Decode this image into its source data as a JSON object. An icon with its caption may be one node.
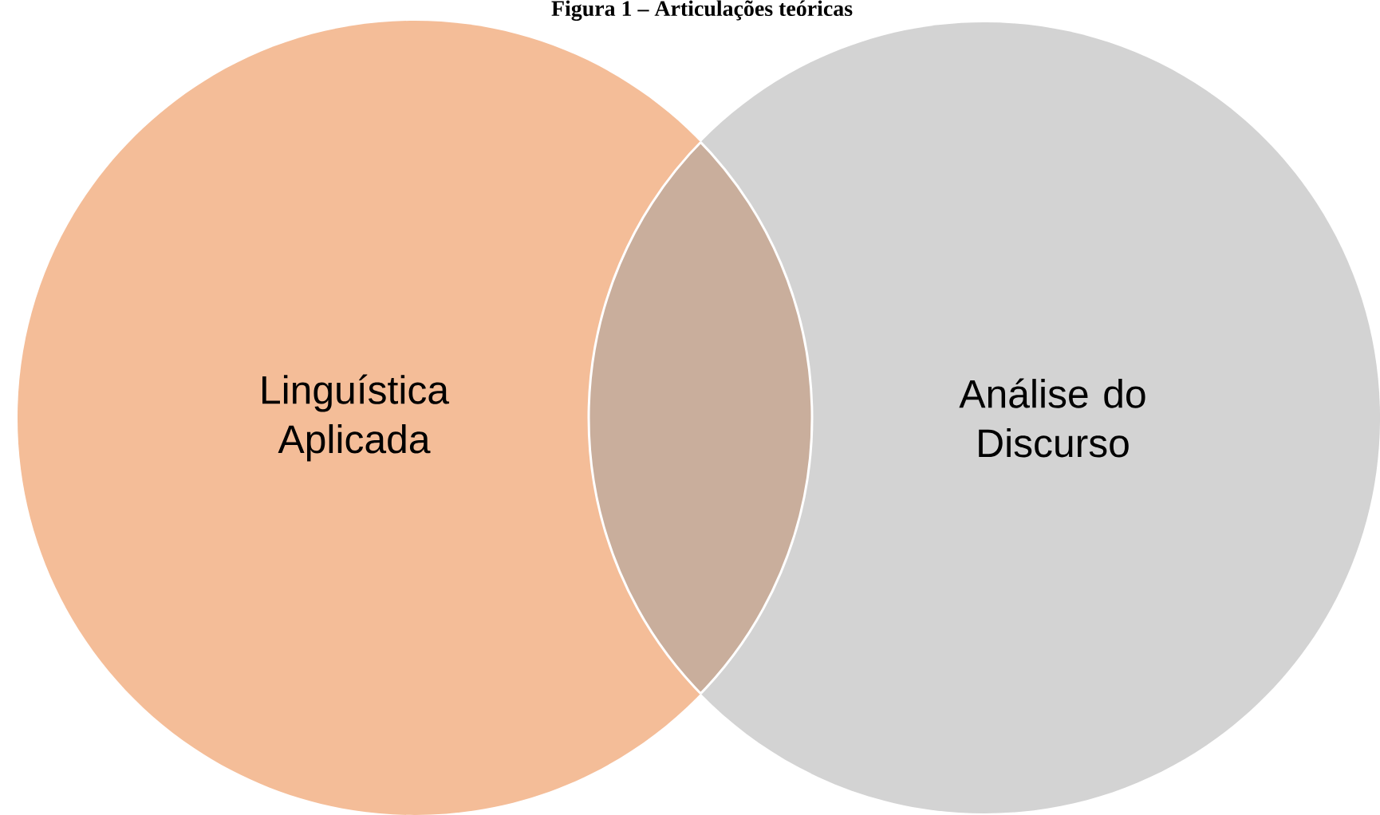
{
  "diagram": {
    "title": "Figura 1 – Articulações teóricas",
    "nodes": [
      {
        "text": [
          "Linguística Aplicada"
        ]
      },
      {
        "text": [
          "Análise do Discurso"
        ]
      }
    ]
  }
}
